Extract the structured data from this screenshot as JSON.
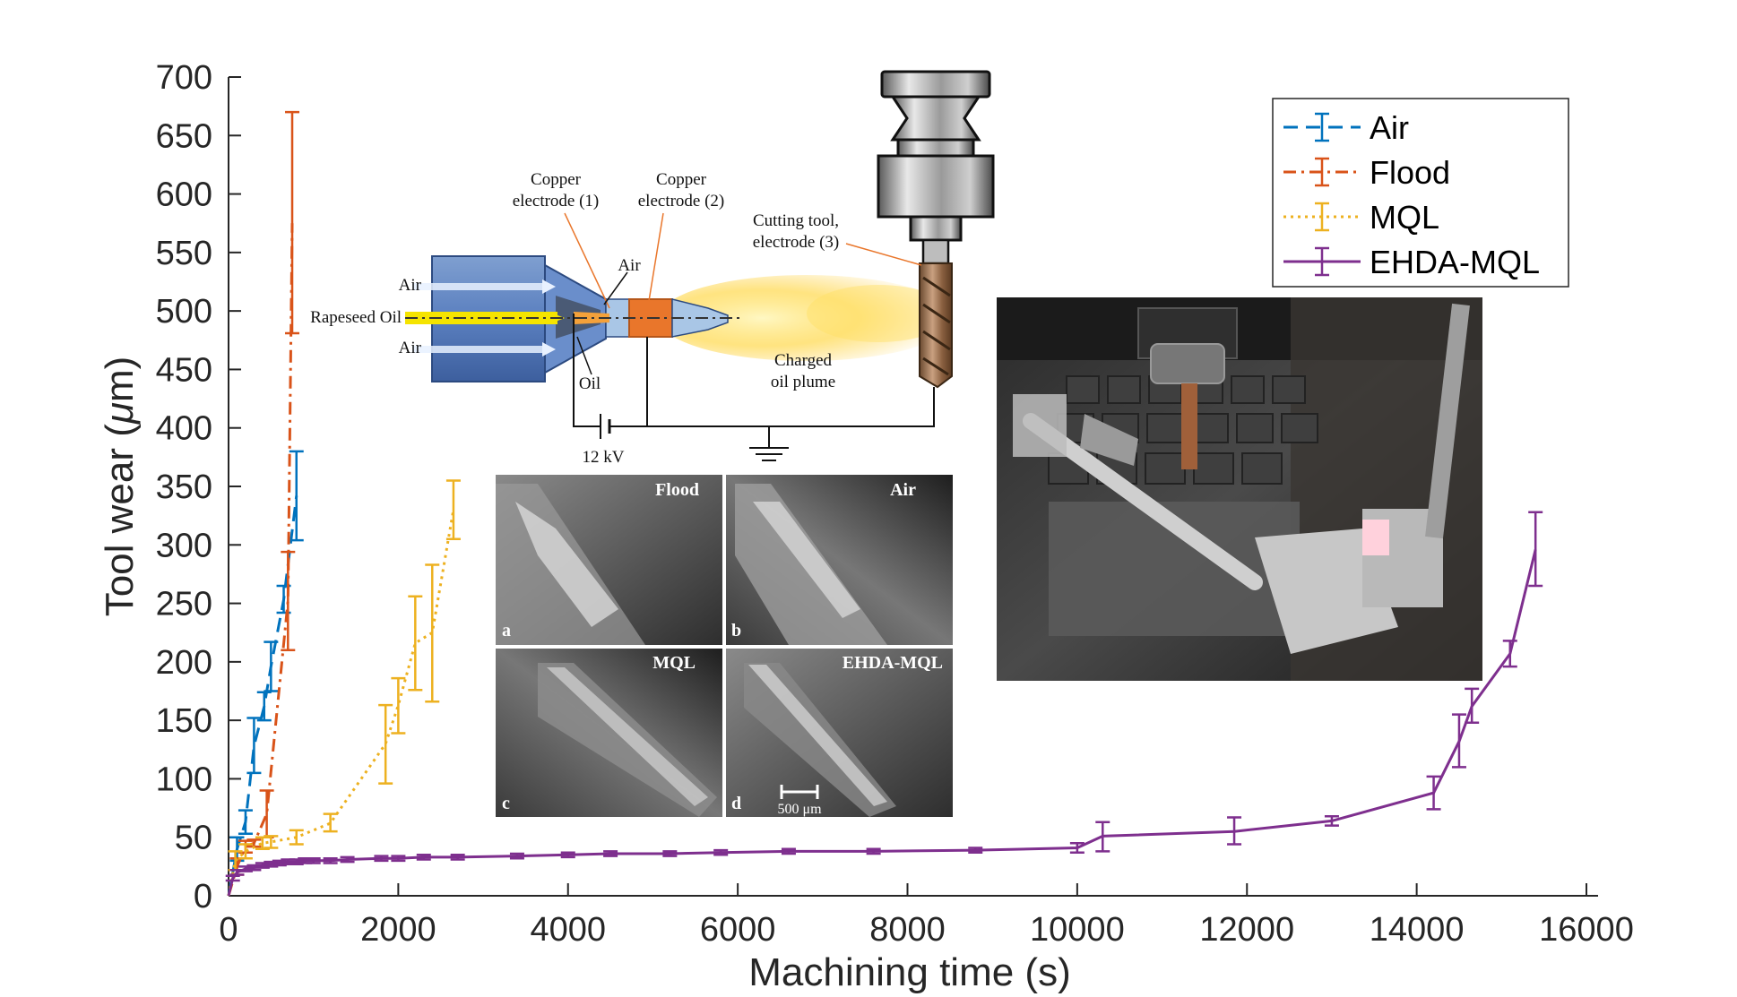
{
  "chart_data": {
    "type": "line",
    "xlabel": "Machining time (s)",
    "ylabel_main": "Tool wear (",
    "ylabel_mu": "μ",
    "ylabel_rest": "m)",
    "xlim": [
      0,
      16000
    ],
    "ylim": [
      0,
      700
    ],
    "xticks": [
      0,
      2000,
      4000,
      6000,
      8000,
      10000,
      12000,
      14000,
      16000
    ],
    "yticks": [
      0,
      50,
      100,
      150,
      200,
      250,
      300,
      350,
      400,
      450,
      500,
      550,
      600,
      650,
      700
    ],
    "legend_position": "top-right",
    "series": [
      {
        "name": "Air",
        "color": "#0072BD",
        "dash": "dashed",
        "points": [
          {
            "x": 0,
            "y": 0,
            "lo": 0,
            "hi": 0
          },
          {
            "x": 100,
            "y": 40,
            "lo": 30,
            "hi": 50
          },
          {
            "x": 200,
            "y": 63,
            "lo": 53,
            "hi": 73
          },
          {
            "x": 300,
            "y": 128,
            "lo": 105,
            "hi": 152
          },
          {
            "x": 420,
            "y": 162,
            "lo": 150,
            "hi": 174
          },
          {
            "x": 500,
            "y": 196,
            "lo": 175,
            "hi": 217
          },
          {
            "x": 650,
            "y": 253,
            "lo": 242,
            "hi": 265
          },
          {
            "x": 800,
            "y": 342,
            "lo": 304,
            "hi": 380
          }
        ]
      },
      {
        "name": "Flood",
        "color": "#D95319",
        "dash": "dashdot",
        "points": [
          {
            "x": 0,
            "y": 0,
            "lo": 0,
            "hi": 0
          },
          {
            "x": 100,
            "y": 25,
            "lo": 18,
            "hi": 32
          },
          {
            "x": 200,
            "y": 42,
            "lo": 37,
            "hi": 47
          },
          {
            "x": 300,
            "y": 45,
            "lo": 42,
            "hi": 48
          },
          {
            "x": 450,
            "y": 70,
            "lo": 50,
            "hi": 90
          },
          {
            "x": 700,
            "y": 252,
            "lo": 210,
            "hi": 294
          },
          {
            "x": 750,
            "y": 575,
            "lo": 481,
            "hi": 670
          }
        ]
      },
      {
        "name": "MQL",
        "color": "#EDB120",
        "dash": "dotted",
        "points": [
          {
            "x": 0,
            "y": 0,
            "lo": 0,
            "hi": 0
          },
          {
            "x": 80,
            "y": 30,
            "lo": 22,
            "hi": 38
          },
          {
            "x": 200,
            "y": 38,
            "lo": 32,
            "hi": 44
          },
          {
            "x": 400,
            "y": 45,
            "lo": 40,
            "hi": 50
          },
          {
            "x": 500,
            "y": 46,
            "lo": 41,
            "hi": 51
          },
          {
            "x": 800,
            "y": 50,
            "lo": 44,
            "hi": 56
          },
          {
            "x": 1200,
            "y": 62,
            "lo": 55,
            "hi": 70
          },
          {
            "x": 1850,
            "y": 130,
            "lo": 96,
            "hi": 163
          },
          {
            "x": 2000,
            "y": 163,
            "lo": 139,
            "hi": 186
          },
          {
            "x": 2200,
            "y": 216,
            "lo": 176,
            "hi": 256
          },
          {
            "x": 2400,
            "y": 225,
            "lo": 166,
            "hi": 283
          },
          {
            "x": 2650,
            "y": 330,
            "lo": 305,
            "hi": 355
          }
        ]
      },
      {
        "name": "EHDA-MQL",
        "color": "#7E2F8E",
        "dash": "solid",
        "points": [
          {
            "x": 0,
            "y": 0,
            "lo": 0,
            "hi": 0
          },
          {
            "x": 50,
            "y": 15,
            "lo": 13,
            "hi": 17
          },
          {
            "x": 100,
            "y": 20,
            "lo": 18,
            "hi": 22
          },
          {
            "x": 200,
            "y": 23,
            "lo": 21,
            "hi": 25
          },
          {
            "x": 300,
            "y": 24,
            "lo": 22,
            "hi": 26
          },
          {
            "x": 400,
            "y": 26,
            "lo": 24,
            "hi": 28
          },
          {
            "x": 500,
            "y": 27,
            "lo": 25,
            "hi": 29
          },
          {
            "x": 600,
            "y": 28,
            "lo": 26,
            "hi": 30
          },
          {
            "x": 700,
            "y": 29,
            "lo": 27,
            "hi": 31
          },
          {
            "x": 800,
            "y": 29,
            "lo": 27,
            "hi": 31
          },
          {
            "x": 900,
            "y": 30,
            "lo": 28,
            "hi": 32
          },
          {
            "x": 1000,
            "y": 30,
            "lo": 28,
            "hi": 32
          },
          {
            "x": 1200,
            "y": 30,
            "lo": 28,
            "hi": 32
          },
          {
            "x": 1400,
            "y": 31,
            "lo": 29,
            "hi": 33
          },
          {
            "x": 1800,
            "y": 32,
            "lo": 30,
            "hi": 34
          },
          {
            "x": 2000,
            "y": 32,
            "lo": 30,
            "hi": 34
          },
          {
            "x": 2300,
            "y": 33,
            "lo": 31,
            "hi": 35
          },
          {
            "x": 2700,
            "y": 33,
            "lo": 31,
            "hi": 35
          },
          {
            "x": 3400,
            "y": 34,
            "lo": 32,
            "hi": 36
          },
          {
            "x": 4000,
            "y": 35,
            "lo": 33,
            "hi": 37
          },
          {
            "x": 4500,
            "y": 36,
            "lo": 34,
            "hi": 38
          },
          {
            "x": 5200,
            "y": 36,
            "lo": 34,
            "hi": 38
          },
          {
            "x": 5800,
            "y": 37,
            "lo": 35,
            "hi": 39
          },
          {
            "x": 6600,
            "y": 38,
            "lo": 36,
            "hi": 40
          },
          {
            "x": 7600,
            "y": 38,
            "lo": 36,
            "hi": 40
          },
          {
            "x": 8800,
            "y": 39,
            "lo": 37,
            "hi": 41
          },
          {
            "x": 10000,
            "y": 41,
            "lo": 37,
            "hi": 45
          },
          {
            "x": 10300,
            "y": 51,
            "lo": 38,
            "hi": 63
          },
          {
            "x": 11850,
            "y": 55,
            "lo": 44,
            "hi": 67
          },
          {
            "x": 13000,
            "y": 64,
            "lo": 60,
            "hi": 68
          },
          {
            "x": 14200,
            "y": 88,
            "lo": 74,
            "hi": 102
          },
          {
            "x": 14500,
            "y": 132,
            "lo": 110,
            "hi": 155
          },
          {
            "x": 14650,
            "y": 162,
            "lo": 148,
            "hi": 177
          },
          {
            "x": 15100,
            "y": 207,
            "lo": 196,
            "hi": 218
          },
          {
            "x": 15400,
            "y": 296,
            "lo": 265,
            "hi": 328
          }
        ]
      }
    ]
  },
  "schematic": {
    "air_top": "Air",
    "air_bottom": "Air",
    "rapeseed_oil": "Rapeseed Oil",
    "oil": "Oil",
    "air_nozzle": "Air",
    "copper_electrode_1_line1": "Copper",
    "copper_electrode_1_line2": "electrode (1)",
    "copper_electrode_2_line1": "Copper",
    "copper_electrode_2_line2": "electrode (2)",
    "cutting_tool_line1": "Cutting tool,",
    "cutting_tool_line2": "electrode (3)",
    "plume_line1": "Charged",
    "plume_line2": "oil plume",
    "voltage": "12 kV"
  },
  "micrographs": [
    {
      "title": "Flood",
      "letter": "a"
    },
    {
      "title": "Air",
      "letter": "b"
    },
    {
      "title": "MQL",
      "letter": "c"
    },
    {
      "title": "EHDA-MQL",
      "letter": "d"
    }
  ],
  "scale_bar": "500 μm"
}
